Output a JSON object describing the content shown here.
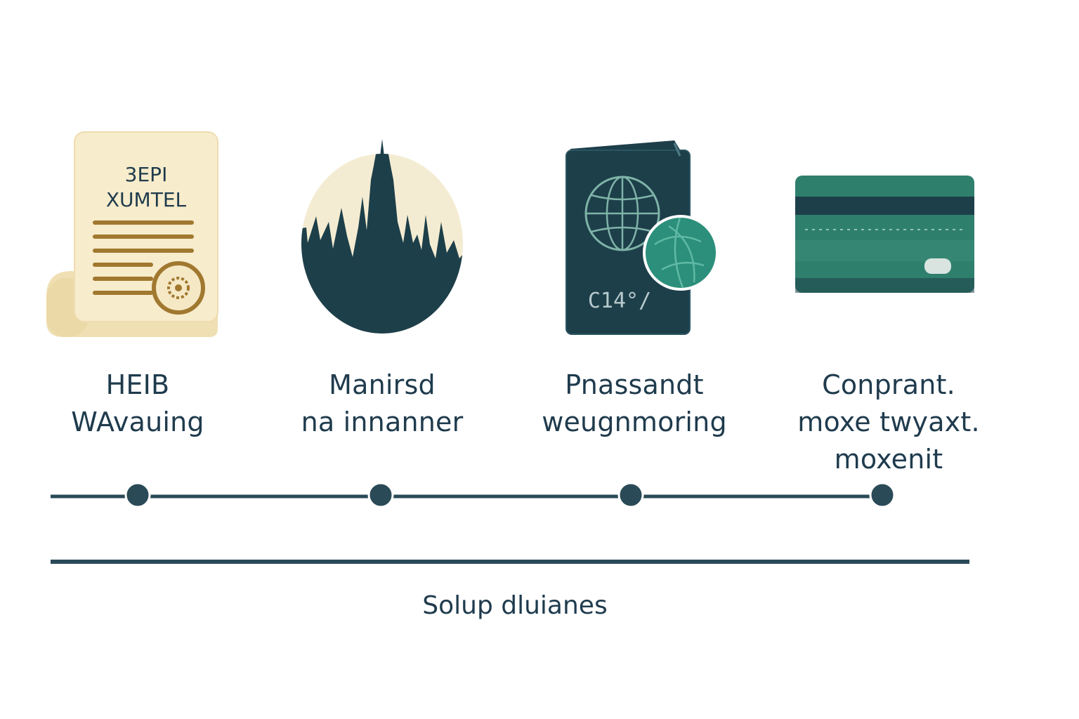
{
  "colors": {
    "dark_teal": "#1d3f4a",
    "teal_green": "#2c7d6a",
    "cream": "#f6ecc9",
    "gold": "#a0782f",
    "text": "#1f3b4d"
  },
  "steps": [
    {
      "icon": "document-certificate-icon",
      "icon_text_line1": "3EPI",
      "icon_text_line2": "XUMTEL",
      "label_lines": [
        "HEIB",
        "WAvauing"
      ]
    },
    {
      "icon": "city-skyline-icon",
      "label_lines": [
        "Manirsd",
        "na innanner"
      ]
    },
    {
      "icon": "passport-globe-icon",
      "icon_text": "C14°/",
      "label_lines": [
        "Pnassandt",
        "weugnmoring"
      ]
    },
    {
      "icon": "credit-card-icon",
      "label_lines": [
        "Conprant.",
        "moxe twyaxt.",
        "moxenit"
      ]
    }
  ],
  "footer": {
    "label": "Solup dluianes"
  }
}
